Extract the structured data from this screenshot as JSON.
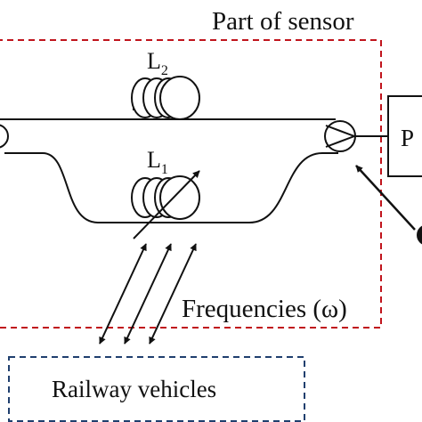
{
  "labels": {
    "sensor_region": "Part of sensor",
    "coil_top": "L",
    "coil_top_sub": "2",
    "coil_bottom": "L",
    "coil_bottom_sub": "1",
    "frequencies": "Frequencies (ω)",
    "railway": "Railway vehicles",
    "side_box_partial": "P"
  },
  "colors": {
    "sensor_border": "#c0141c",
    "railway_border": "#1f3f6e",
    "line": "#111111"
  }
}
